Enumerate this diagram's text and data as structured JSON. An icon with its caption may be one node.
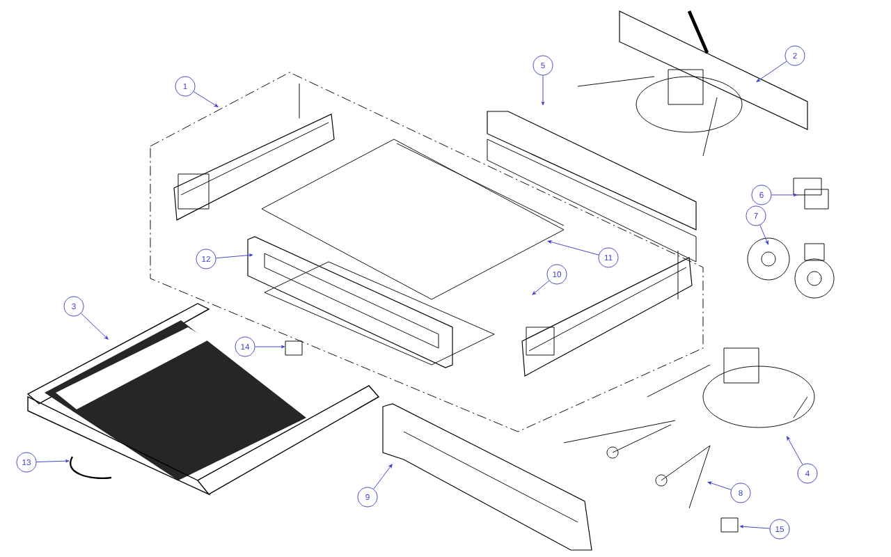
{
  "diagram": {
    "nodes": [
      {
        "text": [
          "1"
        ]
      },
      {
        "text": [
          "2"
        ]
      },
      {
        "text": [
          "5"
        ]
      },
      {
        "text": [
          "6"
        ]
      },
      {
        "text": [
          "7"
        ]
      },
      {
        "text": [
          "11"
        ]
      },
      {
        "text": [
          "12"
        ]
      },
      {
        "text": [
          "10"
        ]
      },
      {
        "text": [
          "3"
        ]
      },
      {
        "text": [
          "14"
        ]
      },
      {
        "text": [
          "13"
        ]
      },
      {
        "text": [
          "9"
        ]
      },
      {
        "text": [
          "4"
        ]
      },
      {
        "text": [
          "8"
        ]
      },
      {
        "text": [
          "15"
        ]
      }
    ],
    "edges": [
      {
        "from": 0,
        "to": null,
        "arrow": "to"
      },
      {
        "from": 1,
        "to": null,
        "arrow": "to"
      },
      {
        "from": 2,
        "to": null,
        "arrow": "to"
      },
      {
        "from": 3,
        "to": null,
        "arrow": "to"
      },
      {
        "from": 4,
        "to": null,
        "arrow": "to"
      },
      {
        "from": 5,
        "to": null,
        "arrow": "to"
      },
      {
        "from": 6,
        "to": null,
        "arrow": "to"
      },
      {
        "from": 7,
        "to": null,
        "arrow": "to"
      },
      {
        "from": 8,
        "to": null,
        "arrow": "to"
      },
      {
        "from": 9,
        "to": null,
        "arrow": "to"
      },
      {
        "from": 10,
        "to": null,
        "arrow": "to"
      },
      {
        "from": 11,
        "to": null,
        "arrow": "to"
      },
      {
        "from": 12,
        "to": null,
        "arrow": "to"
      },
      {
        "from": 13,
        "to": null,
        "arrow": "to"
      },
      {
        "from": 14,
        "to": null,
        "arrow": "to"
      }
    ]
  }
}
